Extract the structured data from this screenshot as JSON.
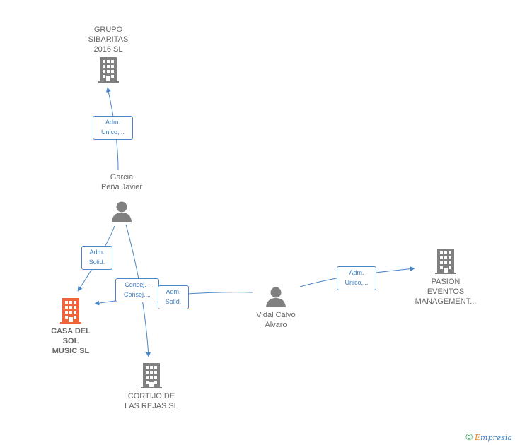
{
  "nodes": {
    "grupo": {
      "label": "GRUPO\nSIBARITAS\n2016  SL",
      "type": "company"
    },
    "garcia": {
      "label": "Garcia\nPeña Javier",
      "type": "person"
    },
    "casa": {
      "label": "CASA DEL\nSOL\nMUSIC  SL",
      "type": "company",
      "focus": true
    },
    "cortijo": {
      "label": "CORTIJO DE\nLAS REJAS SL",
      "type": "company"
    },
    "vidal": {
      "label": "Vidal Calvo\nAlvaro",
      "type": "person"
    },
    "pasion": {
      "label": "PASION\nEVENTOS\nMANAGEMENT...",
      "type": "company"
    }
  },
  "edge_labels": {
    "garcia_grupo": "Adm.\nUnico,...",
    "garcia_casa": "Adm.\nSolid.",
    "garcia_cortijo": "Consej. .\nConsej....",
    "vidal_casa": "Adm.\nSolid.",
    "vidal_pasion": "Adm.\nUnico,..."
  },
  "colors": {
    "edge": "#4a86c8",
    "node_icon": "#808080",
    "focus_icon": "#f0643c"
  },
  "footer": {
    "copyright": "©",
    "brand_first": "E",
    "brand_rest": "mpresia"
  }
}
